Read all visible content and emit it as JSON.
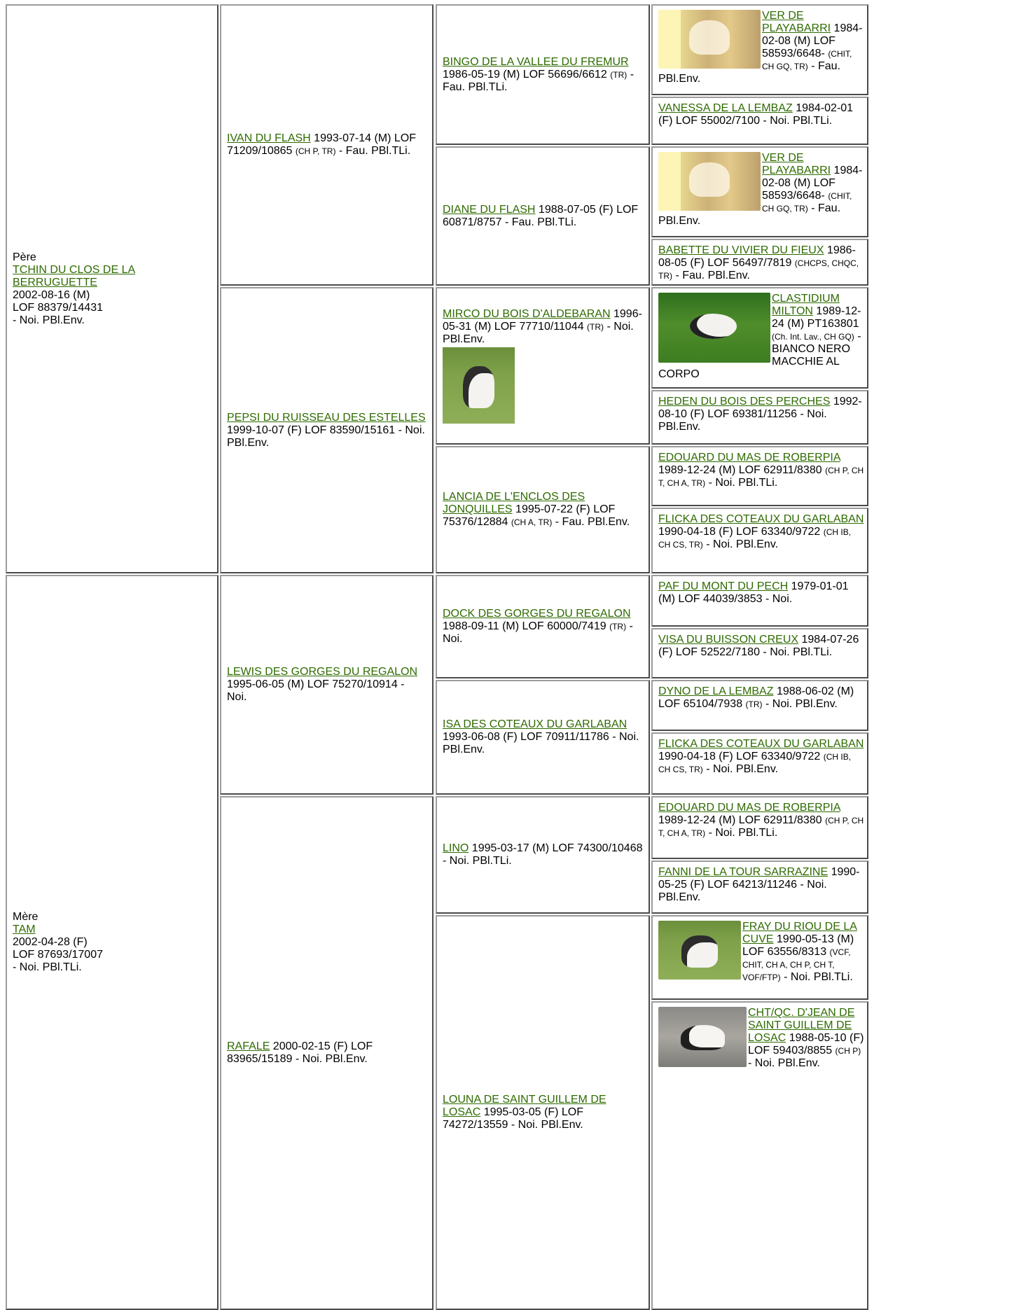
{
  "col1": {
    "sire": {
      "role": "Père",
      "name": "TCHIN DU CLOS DE LA BERRUGUETTE",
      "l1": "2002-08-16 (M)",
      "l2": "LOF 88379/14431",
      "l3": "- Noi. PBl.Env."
    },
    "dam": {
      "role": "Mère",
      "name": "TAM",
      "l1": "2002-04-28 (F)",
      "l2": "LOF 87693/17007",
      "l3": "- Noi. PBl.TLi."
    }
  },
  "col2": [
    {
      "name": "IVAN DU FLASH",
      "t1": " 1993-07-14 (M) LOF 71209/10865 ",
      "t2": "(CH P, TR)",
      "t3": " - Fau. PBl.TLi."
    },
    {
      "name": "PEPSI DU RUISSEAU DES ESTELLES",
      "t1": " 1999-10-07 (F) LOF 83590/15161 - Noi. PBl.Env.",
      "t2": "",
      "t3": ""
    },
    {
      "name": "LEWIS DES GORGES DU REGALON",
      "t1": " 1995-06-05 (M) LOF 75270/10914 - Noi.",
      "t2": "",
      "t3": ""
    },
    {
      "name": "RAFALE",
      "t1": " 2000-02-15 (F) LOF 83965/15189 - Noi. PBl.Env.",
      "t2": "",
      "t3": ""
    }
  ],
  "col3": [
    {
      "name": "BINGO DE LA VALLEE DU FREMUR",
      "t1": " 1986-05-19 (M) LOF 56696/6612 ",
      "t2": "(TR)",
      "t3": " - Fau. PBl.TLi."
    },
    {
      "name": "DIANE DU FLASH",
      "t1": " 1988-07-05 (F) LOF 60871/8757 - Fau. PBl.TLi.",
      "t2": "",
      "t3": ""
    },
    {
      "name": "MIRCO DU BOIS D'ALDEBARAN",
      "t1": " 1996-05-31 (M) LOF 77710/11044 ",
      "t2": "(TR)",
      "t3": " - Noi. PBl.Env."
    },
    {
      "name": "LANCIA DE L'ENCLOS DES JONQUILLES",
      "t1": " 1995-07-22 (F) LOF 75376/12884 ",
      "t2": "(CH A, TR)",
      "t3": " - Fau. PBl.Env."
    },
    {
      "name": "DOCK DES GORGES DU REGALON",
      "t1": " 1988-09-11 (M) LOF 60000/7419 ",
      "t2": "(TR)",
      "t3": " - Noi."
    },
    {
      "name": "ISA DES COTEAUX DU GARLABAN",
      "t1": " 1993-06-08 (F) LOF 70911/11786 - Noi. PBl.Env.",
      "t2": "",
      "t3": ""
    },
    {
      "name": "LINO",
      "t1": " 1995-03-17 (M) LOF 74300/10468 - Noi. PBl.TLi.",
      "t2": "",
      "t3": ""
    },
    {
      "name": "LOUNA DE SAINT GUILLEM DE LOSAC",
      "t1": " 1995-03-05 (F) LOF 74272/13559 - Noi. PBl.Env.",
      "t2": "",
      "t3": ""
    }
  ],
  "col4": [
    {
      "name": "VER DE PLAYABARRI",
      "t1": " 1984-02-08 (M) LOF 58593/6648- ",
      "t2": "(CHIT, CH GQ, TR)",
      "t3": " - Fau. PBl.Env."
    },
    {
      "name": "VANESSA DE LA LEMBAZ",
      "t1": " 1984-02-01 (F) LOF 55002/7100 - Noi. PBl.TLi.",
      "t2": "",
      "t3": ""
    },
    {
      "name": "VER DE PLAYABARRI",
      "t1": " 1984-02-08 (M) LOF 58593/6648- ",
      "t2": "(CHIT, CH GQ, TR)",
      "t3": " - Fau. PBl.Env."
    },
    {
      "name": "BABETTE DU VIVIER DU FIEUX",
      "t1": " 1986-08-05 (F) LOF 56497/7819 ",
      "t2": "(CHCPS, CHQC, TR)",
      "t3": " - Fau. PBl.Env."
    },
    {
      "name": "CLASTIDIUM MILTON",
      "t1": " 1989-12-24 (M) PT163801 ",
      "t2": "(Ch. Int. Lav., CH GQ)",
      "t3": " - BIANCO NERO MACCHIE AL CORPO"
    },
    {
      "name": "HEDEN DU BOIS DES PERCHES",
      "t1": " 1992-08-10 (F) LOF 69381/11256 - Noi. PBl.Env.",
      "t2": "",
      "t3": ""
    },
    {
      "name": "EDOUARD DU MAS DE ROBERPIA",
      "t1": " 1989-12-24 (M) LOF 62911/8380 ",
      "t2": "(CH P, CH T, CH A, TR)",
      "t3": " - Noi. PBl.TLi."
    },
    {
      "name": "FLICKA DES COTEAUX DU GARLABAN",
      "t1": " 1990-04-18 (F) LOF 63340/9722 ",
      "t2": "(CH IB, CH CS, TR)",
      "t3": " - Noi. PBl.Env."
    },
    {
      "name": "PAF DU MONT DU PECH",
      "t1": " 1979-01-01 (M) LOF 44039/3853 - Noi.",
      "t2": "",
      "t3": ""
    },
    {
      "name": "VISA DU BUISSON CREUX",
      "t1": " 1984-07-26 (F) LOF 52522/7180 - Noi. PBl.TLi.",
      "t2": "",
      "t3": ""
    },
    {
      "name": "DYNO DE LA LEMBAZ",
      "t1": " 1988-06-02 (M) LOF 65104/7938 ",
      "t2": "(TR)",
      "t3": " - Noi. PBl.Env."
    },
    {
      "name": "FLICKA DES COTEAUX DU GARLABAN",
      "t1": " 1990-04-18 (F) LOF 63340/9722 ",
      "t2": "(CH IB, CH CS, TR)",
      "t3": " - Noi. PBl.Env."
    },
    {
      "name": "EDOUARD DU MAS DE ROBERPIA",
      "t1": " 1989-12-24 (M) LOF 62911/8380 ",
      "t2": "(CH P, CH T, CH A, TR)",
      "t3": " - Noi. PBl.TLi."
    },
    {
      "name": "FANNI DE LA TOUR SARRAZINE",
      "t1": " 1990-05-25 (F) LOF 64213/11246 - Noi. PBl.Env.",
      "t2": "",
      "t3": ""
    },
    {
      "name": "FRAY DU RIOU DE LA CUVE",
      "t1": " 1990-05-13 (M) LOF 63556/8313 ",
      "t2": "(VCF, CHIT, CH A, CH P, CH T, VOF/FTP)",
      "t3": " - Noi. PBl.TLi."
    },
    {
      "name": "CHT/QC. D'JEAN DE SAINT GUILLEM DE LOSAC",
      "t1": " 1988-05-10 (F) LOF 59403/8855 ",
      "t2": "(CH P)",
      "t3": " - Noi. PBl.Env."
    }
  ],
  "photos": {
    "ver_de_playabarri": "dog-photo-document-scan",
    "mirco": "dog-photo-pointer-standing",
    "clastidium": "dog-photo-running-field",
    "fray": "dog-photo-pointer-field",
    "cht_qc": "dog-photo-pointer-grey"
  }
}
